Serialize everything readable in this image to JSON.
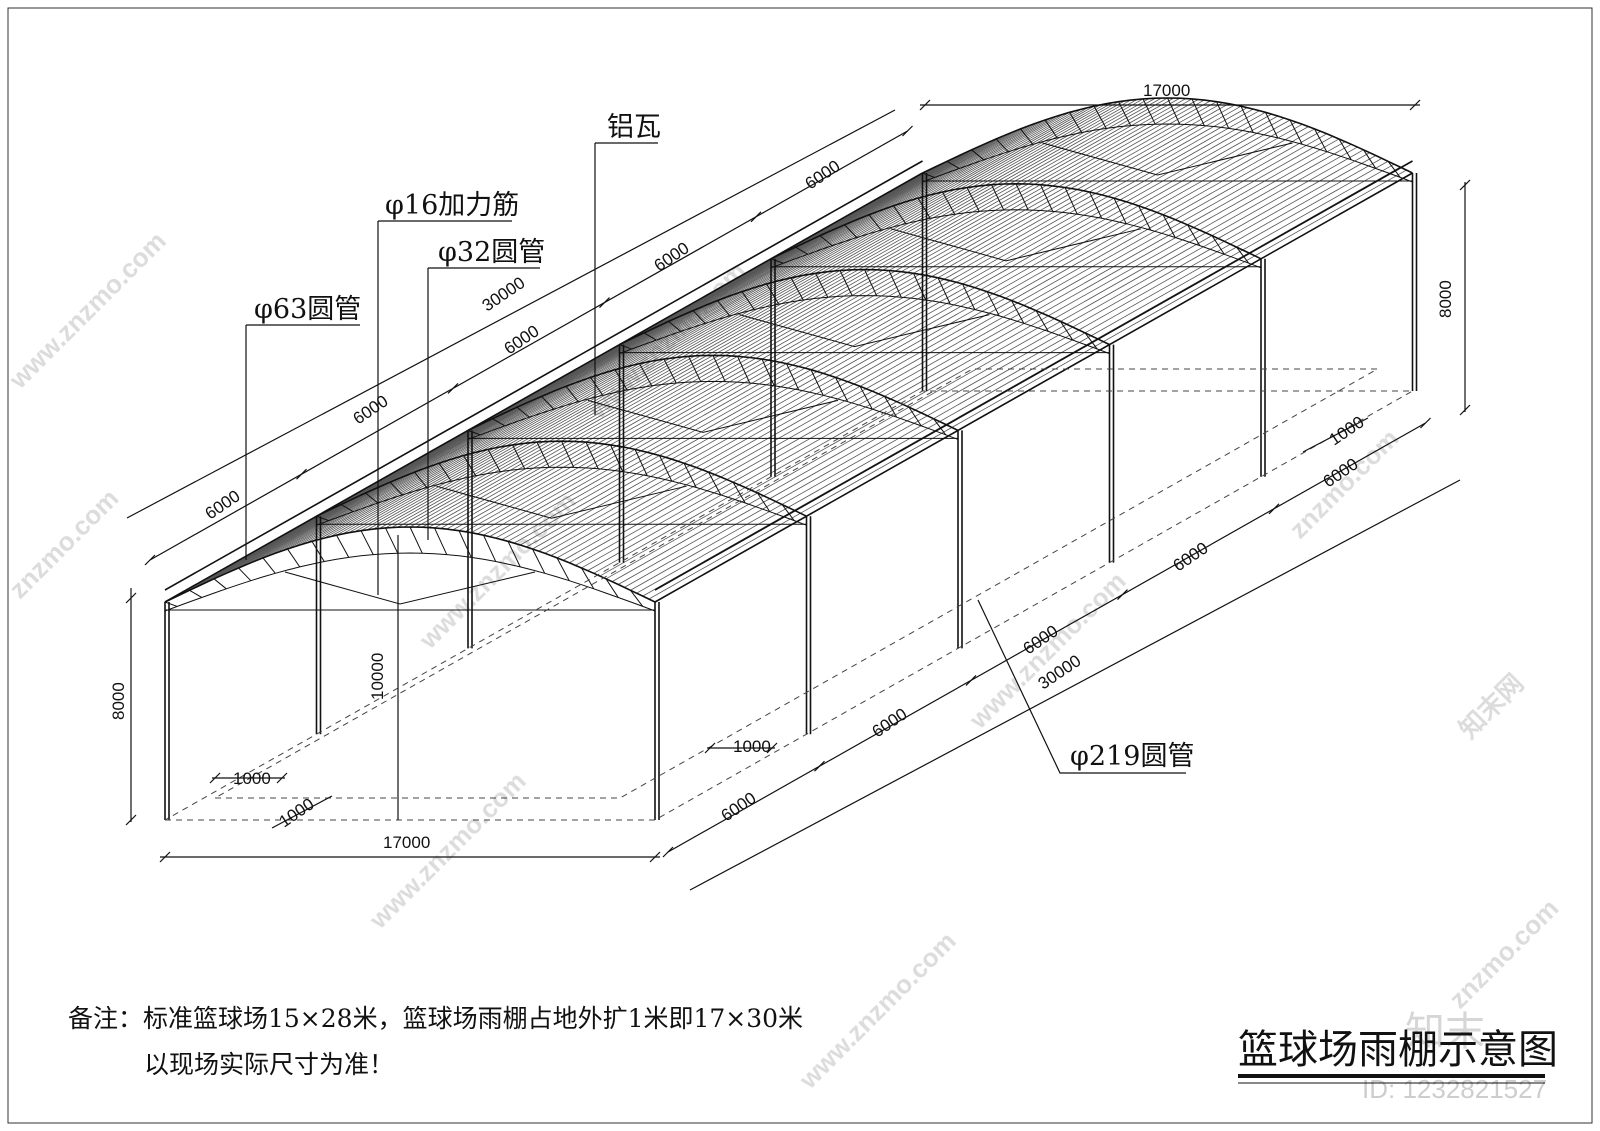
{
  "title": "篮球场雨棚示意图",
  "notes": {
    "line1": "备注：标准篮球场15×28米，篮球场雨棚占地外扩1米即17×30米",
    "line2": "以现场实际尺寸为准！"
  },
  "callouts": {
    "roof_sheet": "铝瓦",
    "rebar": "φ16加力筋",
    "pipe32": "φ32圆管",
    "pipe63": "φ63圆管",
    "column": "φ219圆管"
  },
  "dimensions": {
    "front_width": "17000",
    "back_width": "17000",
    "front_height": "8000",
    "back_height": "8000",
    "arch_height": "10000",
    "top_total": "30000",
    "top_bays": [
      "6000",
      "6000",
      "6000",
      "6000",
      "6000"
    ],
    "bottom_total": "30000",
    "bottom_bays": [
      "6000",
      "6000",
      "6000",
      "6000",
      "6000"
    ],
    "offsets": [
      "1000",
      "1000",
      "1000",
      "1000"
    ]
  },
  "watermark": {
    "site": "znzmo.com",
    "site_full": "www.znzmo.com",
    "brand": "知末网",
    "logo": "知末",
    "id": "ID: 1232821527"
  }
}
